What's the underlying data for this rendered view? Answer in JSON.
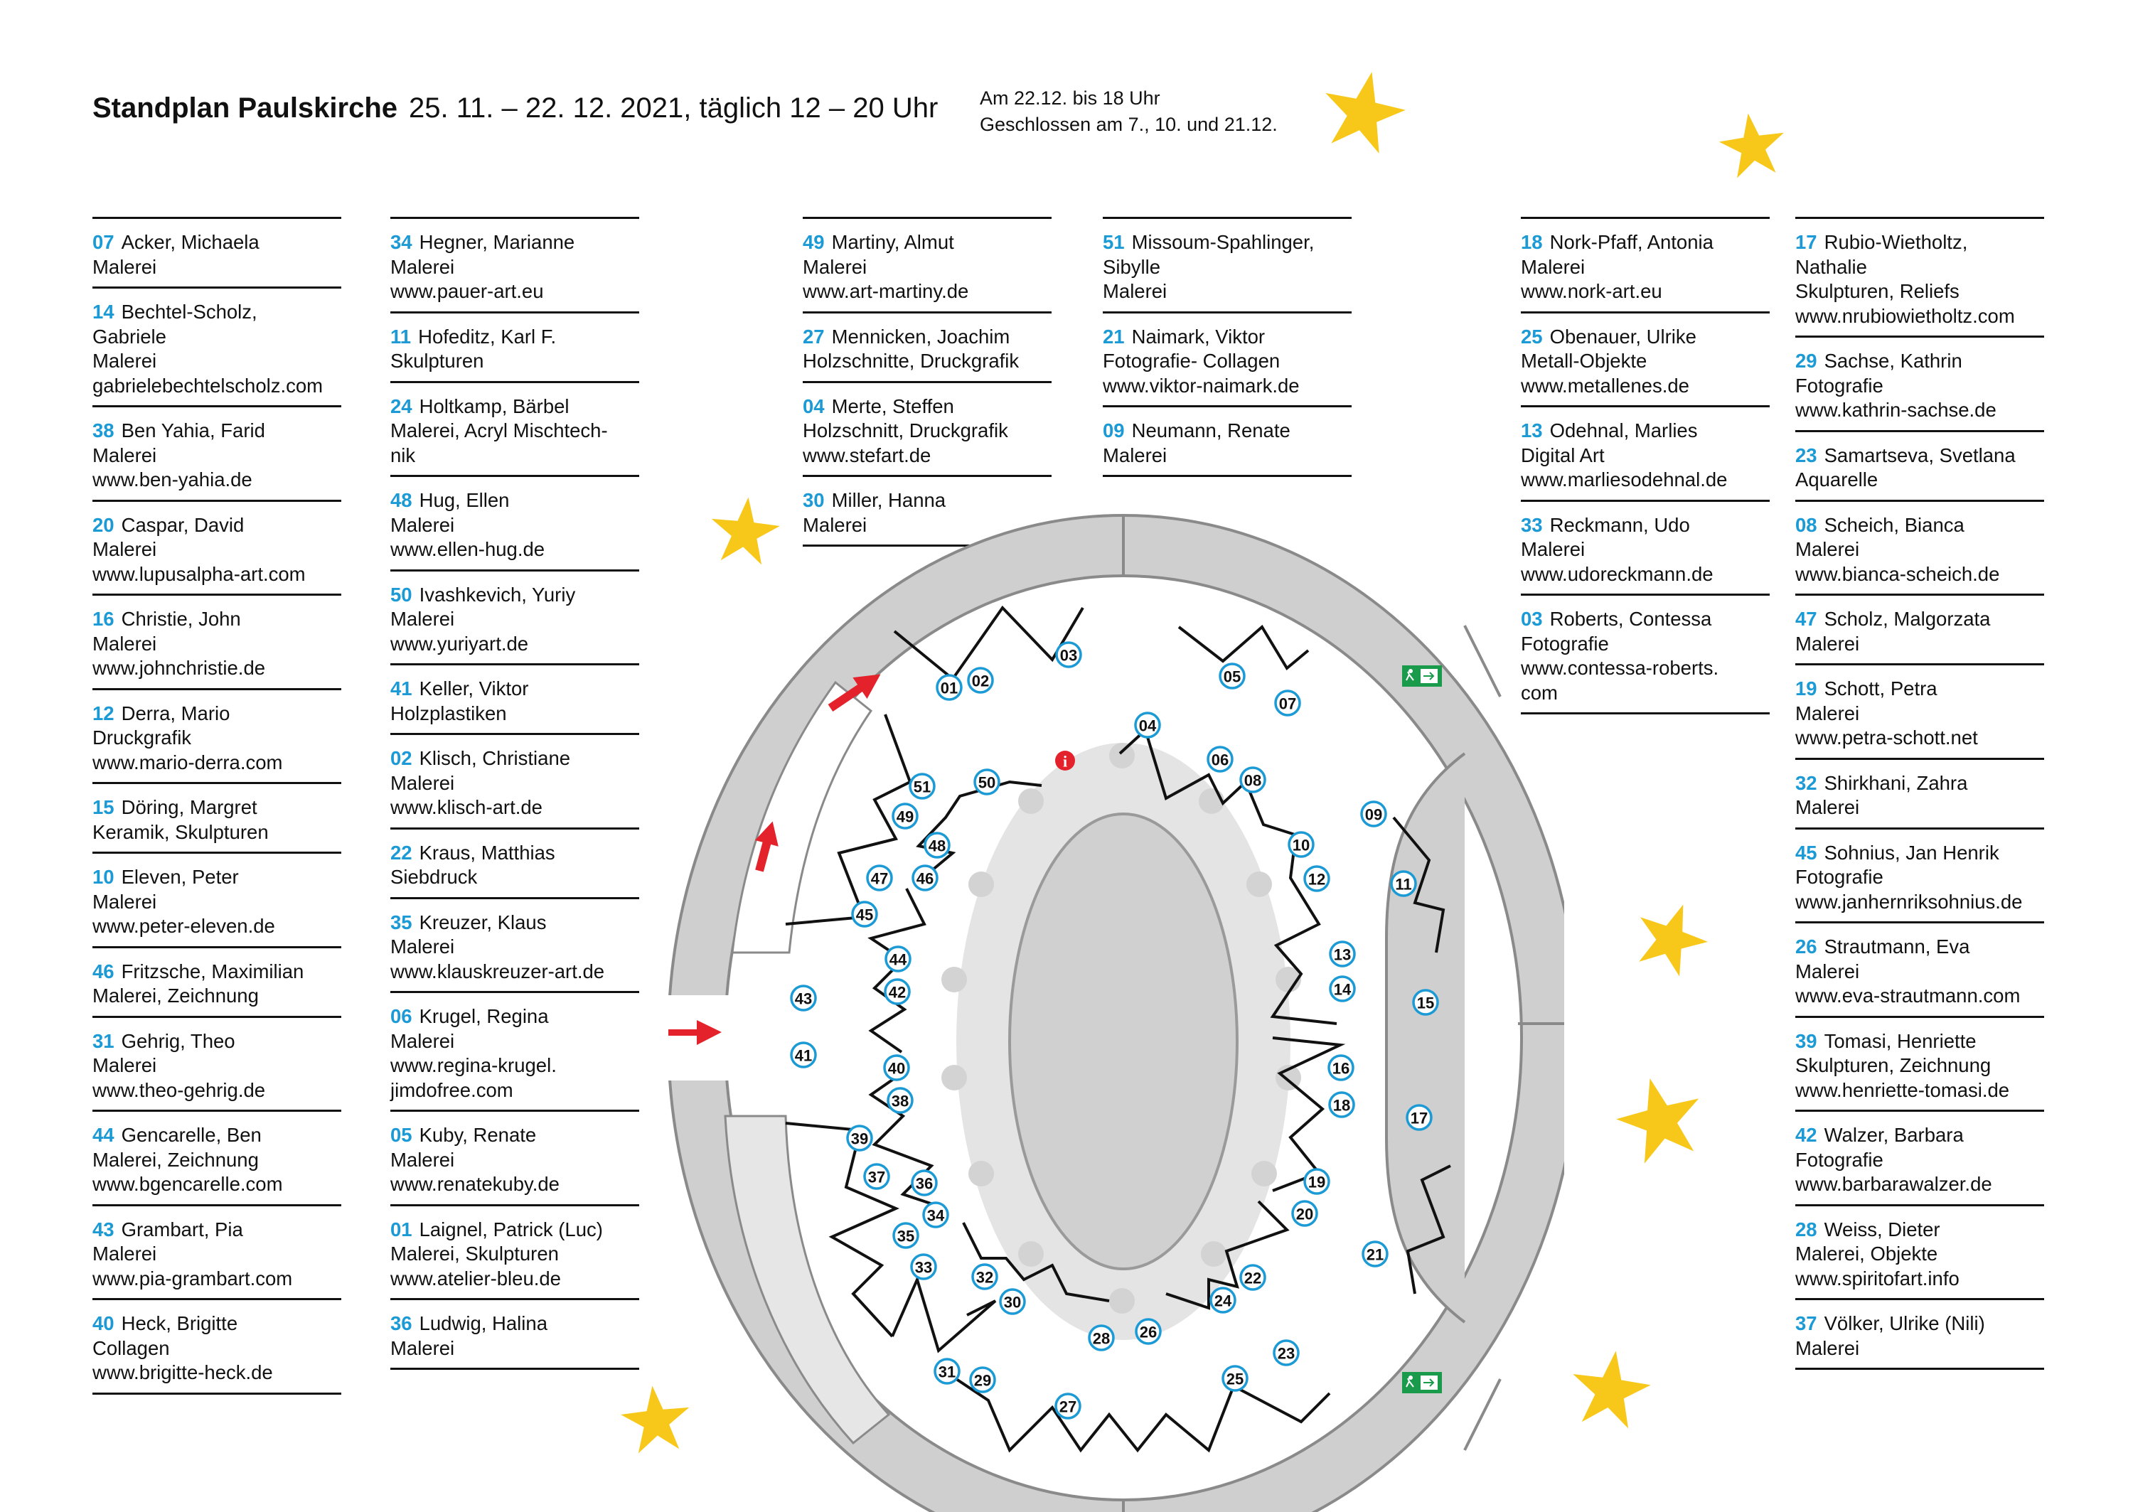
{
  "header": {
    "title_bold": "Standplan Paulskirche",
    "title_rest": "25. 11. – 22. 12. 2021, täglich 12 – 20 Uhr",
    "note_line1": "Am 22.12. bis 18 Uhr",
    "note_line2": "Geschlossen am 7., 10. und 21.12."
  },
  "columns": [
    [
      {
        "num": "07",
        "lines": [
          "Acker, Michaela",
          "Malerei"
        ]
      },
      {
        "num": "14",
        "lines": [
          "Bechtel-Scholz,",
          "Gabriele",
          "Malerei",
          "gabrielebechtelscholz.com"
        ]
      },
      {
        "num": "38",
        "lines": [
          "Ben Yahia, Farid",
          "Malerei",
          "www.ben-yahia.de"
        ]
      },
      {
        "num": "20",
        "lines": [
          "Caspar, David",
          "Malerei",
          "www.lupusalpha-art.com"
        ]
      },
      {
        "num": "16",
        "lines": [
          "Christie, John",
          "Malerei",
          "www.johnchristie.de"
        ]
      },
      {
        "num": "12",
        "lines": [
          "Derra, Mario",
          "Druckgrafik",
          "www.mario-derra.com"
        ]
      },
      {
        "num": "15",
        "lines": [
          "Döring, Margret",
          "Keramik, Skulpturen"
        ]
      },
      {
        "num": "10",
        "lines": [
          "Eleven, Peter",
          "Malerei",
          "www.peter-eleven.de"
        ]
      },
      {
        "num": "46",
        "lines": [
          "Fritzsche, Maximilian",
          "Malerei, Zeichnung"
        ]
      },
      {
        "num": "31",
        "lines": [
          "Gehrig, Theo",
          "Malerei",
          "www.theo-gehrig.de"
        ]
      },
      {
        "num": "44",
        "lines": [
          "Gencarelle, Ben",
          "Malerei, Zeichnung",
          "www.bgencarelle.com"
        ]
      },
      {
        "num": "43",
        "lines": [
          "Grambart, Pia",
          "Malerei",
          "www.pia-grambart.com"
        ]
      },
      {
        "num": "40",
        "lines": [
          "Heck, Brigitte",
          "Collagen",
          "www.brigitte-heck.de"
        ]
      }
    ],
    [
      {
        "num": "34",
        "lines": [
          "Hegner, Marianne",
          "Malerei",
          "www.pauer-art.eu"
        ]
      },
      {
        "num": "11",
        "lines": [
          "Hofeditz, Karl F.",
          "Skulpturen"
        ]
      },
      {
        "num": "24",
        "lines": [
          "Holtkamp, Bärbel",
          "Malerei, Acryl Mischtech-",
          "nik"
        ]
      },
      {
        "num": "48",
        "lines": [
          "Hug, Ellen",
          "Malerei",
          "www.ellen-hug.de"
        ]
      },
      {
        "num": "50",
        "lines": [
          "Ivashkevich, Yuriy",
          "Malerei",
          "www.yuriyart.de"
        ]
      },
      {
        "num": "41",
        "lines": [
          "Keller, Viktor",
          "Holzplastiken"
        ]
      },
      {
        "num": "02",
        "lines": [
          "Klisch, Christiane",
          "Malerei",
          "www.klisch-art.de"
        ]
      },
      {
        "num": "22",
        "lines": [
          "Kraus, Matthias",
          "Siebdruck"
        ]
      },
      {
        "num": "35",
        "lines": [
          "Kreuzer, Klaus",
          "Malerei",
          "www.klauskreuzer-art.de"
        ]
      },
      {
        "num": "06",
        "lines": [
          "Krugel, Regina",
          "Malerei",
          "www.regina-krugel.",
          "jimdofree.com"
        ]
      },
      {
        "num": "05",
        "lines": [
          "Kuby, Renate",
          "Malerei",
          "www.renatekuby.de"
        ]
      },
      {
        "num": "01",
        "lines": [
          "Laignel, Patrick (Luc)",
          "Malerei, Skulpturen",
          "www.atelier-bleu.de"
        ]
      },
      {
        "num": "36",
        "lines": [
          "Ludwig, Halina",
          "Malerei"
        ]
      }
    ],
    [
      {
        "num": "49",
        "lines": [
          "Martiny, Almut",
          "Malerei",
          "www.art-martiny.de"
        ]
      },
      {
        "num": "27",
        "lines": [
          "Mennicken, Joachim",
          "Holzschnitte, Druckgrafik"
        ]
      },
      {
        "num": "04",
        "lines": [
          "Merte, Steffen",
          "Holzschnitt, Druckgrafik",
          "www.stefart.de"
        ]
      },
      {
        "num": "30",
        "lines": [
          "Miller, Hanna",
          "Malerei"
        ]
      }
    ],
    [
      {
        "num": "51",
        "lines": [
          "Missoum-Spahlinger,",
          "Sibylle",
          "Malerei"
        ]
      },
      {
        "num": "21",
        "lines": [
          "Naimark, Viktor",
          "Fotografie- Collagen",
          "www.viktor-naimark.de"
        ]
      },
      {
        "num": "09",
        "lines": [
          "Neumann, Renate",
          "Malerei"
        ]
      }
    ],
    [
      {
        "num": "18",
        "lines": [
          "Nork-Pfaff, Antonia",
          "Malerei",
          "www.nork-art.eu"
        ]
      },
      {
        "num": "25",
        "lines": [
          "Obenauer, Ulrike",
          "Metall-Objekte",
          "www.metallenes.de"
        ]
      },
      {
        "num": "13",
        "lines": [
          "Odehnal, Marlies",
          "Digital Art",
          "www.marliesodehnal.de"
        ]
      },
      {
        "num": "33",
        "lines": [
          "Reckmann, Udo",
          "Malerei",
          "www.udoreckmann.de"
        ]
      },
      {
        "num": "03",
        "lines": [
          "Roberts, Contessa",
          "Fotografie",
          "www.contessa-roberts.",
          "com"
        ]
      }
    ],
    [
      {
        "num": "17",
        "lines": [
          "Rubio-Wietholtz,",
          "Nathalie",
          "Skulpturen, Reliefs",
          "www.nrubiowietholtz.com"
        ]
      },
      {
        "num": "29",
        "lines": [
          "Sachse, Kathrin",
          "Fotografie",
          "www.kathrin-sachse.de"
        ]
      },
      {
        "num": "23",
        "lines": [
          "Samartseva, Svetlana",
          "Aquarelle"
        ]
      },
      {
        "num": "08",
        "lines": [
          "Scheich, Bianca",
          "Malerei",
          "www.bianca-scheich.de"
        ]
      },
      {
        "num": "47",
        "lines": [
          "Scholz, Malgorzata",
          "Malerei"
        ]
      },
      {
        "num": "19",
        "lines": [
          "Schott, Petra",
          "Malerei",
          "www.petra-schott.net"
        ]
      },
      {
        "num": "32",
        "lines": [
          "Shirkhani, Zahra",
          "Malerei"
        ]
      },
      {
        "num": "45",
        "lines": [
          "Sohnius, Jan Henrik",
          "Fotografie",
          "www.janhernriksohnius.de"
        ]
      },
      {
        "num": "26",
        "lines": [
          "Strautmann, Eva",
          "Malerei",
          "www.eva-strautmann.com"
        ]
      },
      {
        "num": "39",
        "lines": [
          "Tomasi, Henriette",
          "Skulpturen, Zeichnung",
          "www.henriette-tomasi.de"
        ]
      },
      {
        "num": "42",
        "lines": [
          "Walzer, Barbara",
          "Fotografie",
          "www.barbarawalzer.de"
        ]
      },
      {
        "num": "28",
        "lines": [
          "Weiss, Dieter",
          "Malerei, Objekte",
          "www.spiritofart.info"
        ]
      },
      {
        "num": "37",
        "lines": [
          "Völker, Ulrike (Nili)",
          "Malerei"
        ]
      }
    ]
  ],
  "map": {
    "booths": [
      "01",
      "02",
      "03",
      "04",
      "05",
      "06",
      "07",
      "08",
      "09",
      "10",
      "11",
      "12",
      "13",
      "14",
      "15",
      "16",
      "17",
      "18",
      "19",
      "20",
      "21",
      "22",
      "23",
      "24",
      "25",
      "26",
      "27",
      "28",
      "29",
      "30",
      "31",
      "32",
      "33",
      "34",
      "35",
      "36",
      "37",
      "38",
      "39",
      "40",
      "41",
      "42",
      "43",
      "44",
      "45",
      "46",
      "47",
      "48",
      "49",
      "50",
      "51"
    ],
    "info_icon": "info-icon",
    "exit_icon": "emergency-exit-icon",
    "arrow_icon": "entrance-arrow-icon",
    "star_icon": "star-icon"
  },
  "colors": {
    "number_blue": "#1b9ad6",
    "star_yellow": "#f7c81a",
    "arrow_red": "#e4222b",
    "exit_green": "#1a9b4b",
    "gallery_grey": "#cfcfcf",
    "floor_grey": "#e4e4e4"
  }
}
